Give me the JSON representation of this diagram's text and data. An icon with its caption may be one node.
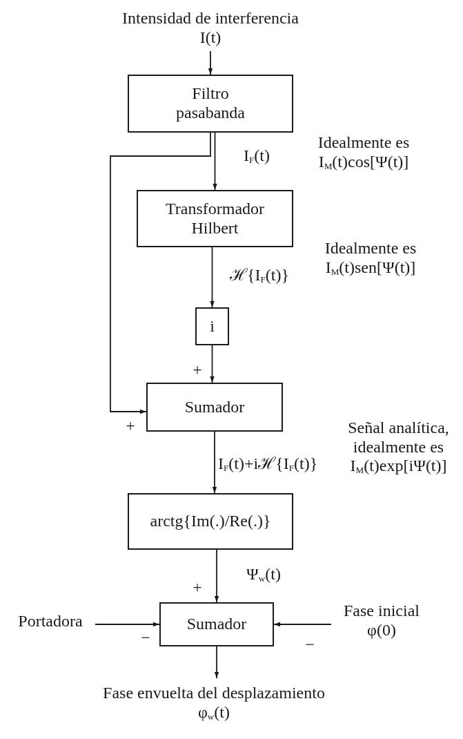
{
  "diagram": {
    "nodes": [
      {
        "text": [
          "Intensidad de interferencia",
          "I(t)"
        ]
      },
      {
        "text": [
          "Filtro pasabanda"
        ]
      },
      {
        "text": [
          "Transformador Hilbert"
        ]
      },
      {
        "text": [
          "i"
        ]
      },
      {
        "text": [
          "Sumador"
        ]
      },
      {
        "text": [
          "arctg{Im(.)/Re(.)}"
        ]
      },
      {
        "text": [
          "Sumador"
        ]
      },
      {
        "text": [
          "Portadora"
        ]
      },
      {
        "text": [
          "Fase inicial",
          "φ(0)"
        ]
      },
      {
        "text": [
          "Fase envuelta del desplazamiento",
          "φ$_{w}$(t)"
        ]
      }
    ],
    "edges": [
      {
        "from": 0,
        "to": 1,
        "arrow": "to"
      },
      {
        "from": 1,
        "to": 2,
        "arrow": "to",
        "label": "I$_{F}$(t)"
      },
      {
        "from": 1,
        "to": 4,
        "arrow": "to"
      },
      {
        "from": 2,
        "to": 3,
        "arrow": "to",
        "label": "ℋ{I$_{F}$(t)}"
      },
      {
        "from": 3,
        "to": 4,
        "arrow": "to"
      },
      {
        "from": 4,
        "to": 5,
        "arrow": "to",
        "label": "I$_{F}$(t)+iℋ{I$_{F}$(t)}"
      },
      {
        "from": 5,
        "to": 6,
        "arrow": "to",
        "label": "Ψ$_{w}$(t)"
      },
      {
        "from": 7,
        "to": 6,
        "arrow": "to"
      },
      {
        "from": 8,
        "to": 6,
        "arrow": "to"
      },
      {
        "from": 6,
        "to": 9,
        "arrow": "to"
      }
    ],
    "labels": [
      "Idealmente es I$_{M}$(t)cos[Ψ(t)]",
      "Idealmente es I$_{M}$(t)sen[Ψ(t)]",
      "+",
      "+",
      "Señal analítica, idealmente es I$_{M}$(t)exp[iΨ(t)]",
      "+",
      "−",
      "−"
    ]
  }
}
